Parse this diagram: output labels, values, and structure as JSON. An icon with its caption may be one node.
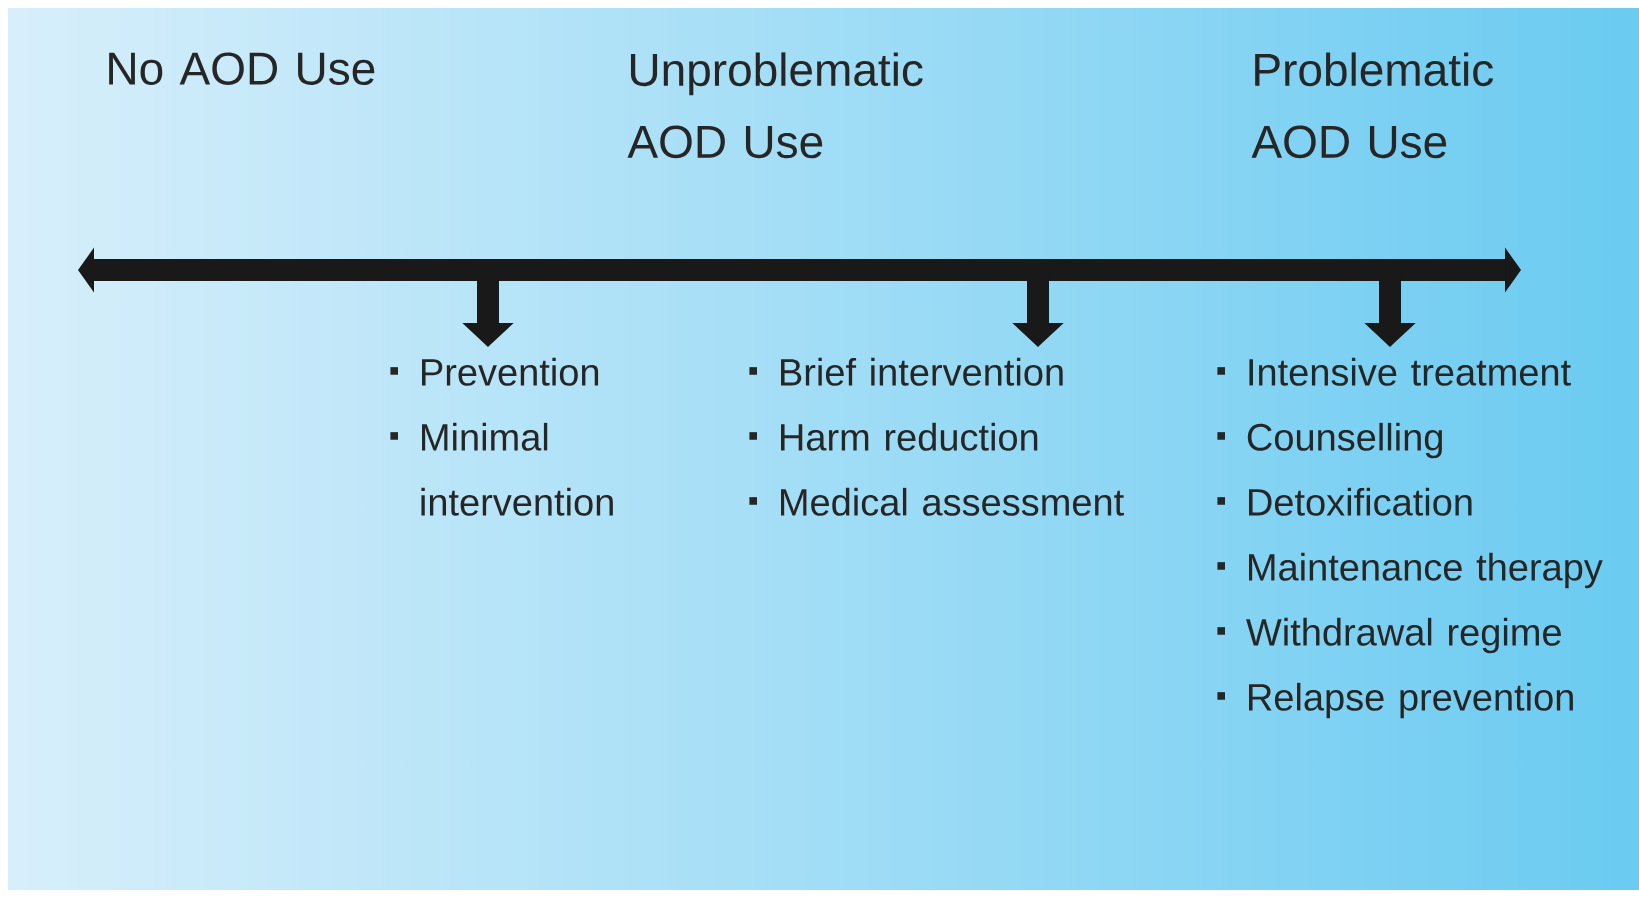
{
  "diagram": {
    "nodes": [
      {
        "text": [
          "Prevention",
          "Minimal intervention"
        ]
      },
      {
        "text": [
          "Brief intervention",
          "Harm reduction",
          "Medical assessment"
        ]
      },
      {
        "text": [
          "Intensive treatment",
          "Counselling",
          "Detoxification",
          "Maintenance therapy",
          "Withdrawal regime",
          "Relapse prevention"
        ]
      }
    ],
    "edges": [
      {
        "from": null,
        "to": 0,
        "arrow": "to"
      },
      {
        "from": null,
        "to": 1,
        "arrow": "to"
      },
      {
        "from": null,
        "to": 2,
        "arrow": "to"
      }
    ],
    "labels": [
      "No AOD Use",
      "Unproblematic AOD Use",
      "Problematic AOD Use"
    ]
  }
}
